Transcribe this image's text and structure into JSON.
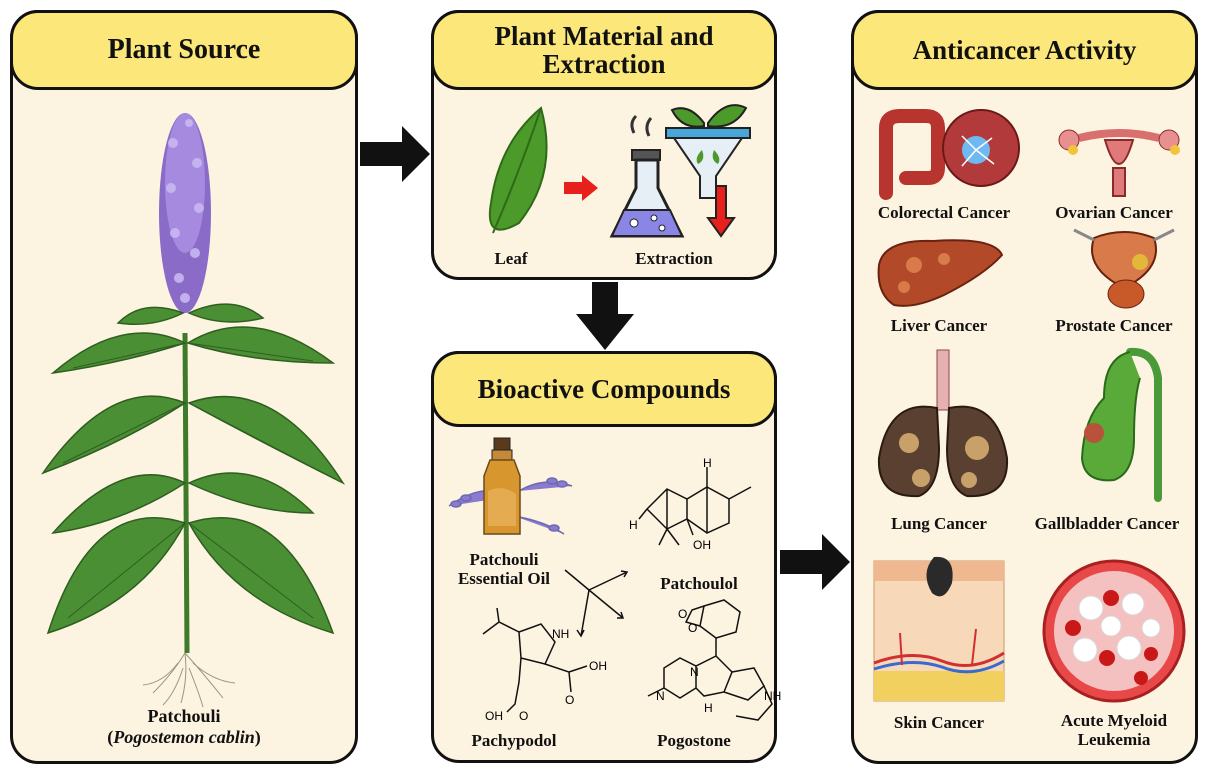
{
  "panels": {
    "plant_source": {
      "title": "Plant Source",
      "caption_name": "Patchouli",
      "caption_paren_open": "(",
      "caption_latin": "Pogostemon cablin",
      "caption_paren_close": ")"
    },
    "extraction": {
      "title_line1": "Plant Material and",
      "title_line2": "Extraction",
      "leaf_label": "Leaf",
      "extraction_label": "Extraction"
    },
    "compounds": {
      "title": "Bioactive Compounds",
      "oil_label_line1": "Patchouli",
      "oil_label_line2": "Essential Oil",
      "patchoulol": "Patchoulol",
      "pachypodol": "Pachypodol",
      "pogostone": "Pogostone",
      "atom_H_top": "H",
      "atom_H_left": "H",
      "atom_OH": "OH",
      "atom_NH": "NH",
      "atom_OH_acid": "OH",
      "atom_OH_acid2": "OH",
      "atom_O_a": "O",
      "atom_O_b": "O",
      "atom_N_a": "N",
      "atom_N_b": "N",
      "atom_O_c": "O",
      "atom_O_d": "O",
      "atom_NH_indole": "NH",
      "atom_H_pog": "H"
    },
    "anticancer": {
      "title": "Anticancer Activity",
      "cancers": [
        "Colorectal Cancer",
        "Ovarian Cancer",
        "Liver Cancer",
        "Prostate Cancer",
        "Lung Cancer",
        "Gallbladder Cancer",
        "Skin Cancer",
        "Acute Myeloid",
        "Leukemia"
      ]
    }
  },
  "colors": {
    "header_fill": "#fbe77a",
    "panel_fill": "#fdf3e1",
    "border": "#111111",
    "red_arrow": "#e8201c"
  },
  "icons": [
    "plant-illustration",
    "leaf-icon",
    "red-arrow-icon",
    "flask-icon",
    "funnel-icon",
    "oil-bottle-icon",
    "colon-icon",
    "ovary-icon",
    "liver-icon",
    "prostate-icon",
    "lungs-icon",
    "gallbladder-icon",
    "skin-icon",
    "blood-cell-icon"
  ]
}
